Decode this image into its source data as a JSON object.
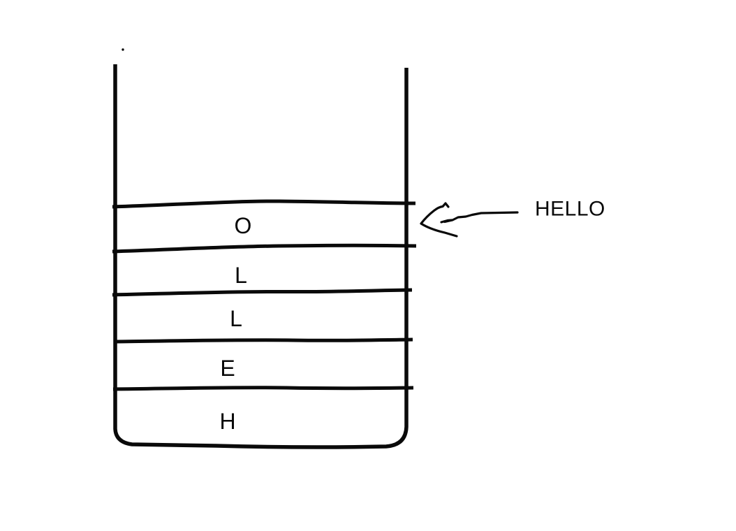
{
  "colors": {
    "ink": "#0a0a0a",
    "background": "#ffffff"
  },
  "stack": {
    "items_top_to_bottom": [
      "O",
      "L",
      "L",
      "E",
      "H"
    ]
  },
  "annotation": {
    "label": "HELLO"
  }
}
